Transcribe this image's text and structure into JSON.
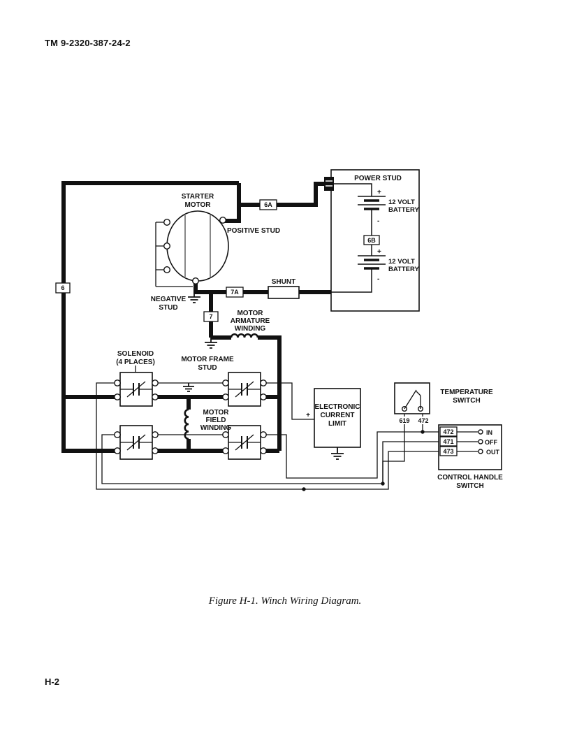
{
  "doc": {
    "header": "TM 9-2320-387-24-2",
    "caption": "Figure H-1.  Winch Wiring Diagram.",
    "page_number": "H-2"
  },
  "diagram": {
    "power_stud_label": "POWER STUD",
    "battery_top": {
      "volts": "12 VOLT",
      "name": "BATTERY",
      "plus": "+",
      "minus": "-"
    },
    "battery_bottom": {
      "volts": "12 VOLT",
      "name": "BATTERY",
      "plus": "+",
      "minus": "-"
    },
    "wires": {
      "w6": "6",
      "w6a": "6A",
      "w6b": "6B",
      "w7": "7",
      "w7a": "7A",
      "w619": "619",
      "w472_temp": "472",
      "w472": "472",
      "w471": "471",
      "w473": "473"
    },
    "starter_motor": {
      "line1": "STARTER",
      "line2": "MOTOR"
    },
    "positive_stud": "POSITIVE STUD",
    "negative_stud": {
      "line1": "NEGATIVE",
      "line2": "STUD"
    },
    "shunt": "SHUNT",
    "armature": {
      "line1": "MOTOR",
      "line2": "ARMATURE",
      "line3": "WINDING"
    },
    "frame_stud": {
      "line1": "MOTOR FRAME",
      "line2": "STUD"
    },
    "solenoid": {
      "line1": "SOLENOID",
      "line2": "(4 PLACES)"
    },
    "field": {
      "line1": "MOTOR",
      "line2": "FIELD",
      "line3": "WINDING"
    },
    "ecl": {
      "line1": "ELECTRONIC",
      "line2": "CURRENT",
      "line3": "LIMIT",
      "plus": "+"
    },
    "temp_switch": {
      "line1": "TEMPERATURE",
      "line2": "SWITCH"
    },
    "control_switch": {
      "line1": "CONTROL HANDLE",
      "line2": "SWITCH",
      "pos_in": "IN",
      "pos_off": "OFF",
      "pos_out": "OUT"
    }
  }
}
